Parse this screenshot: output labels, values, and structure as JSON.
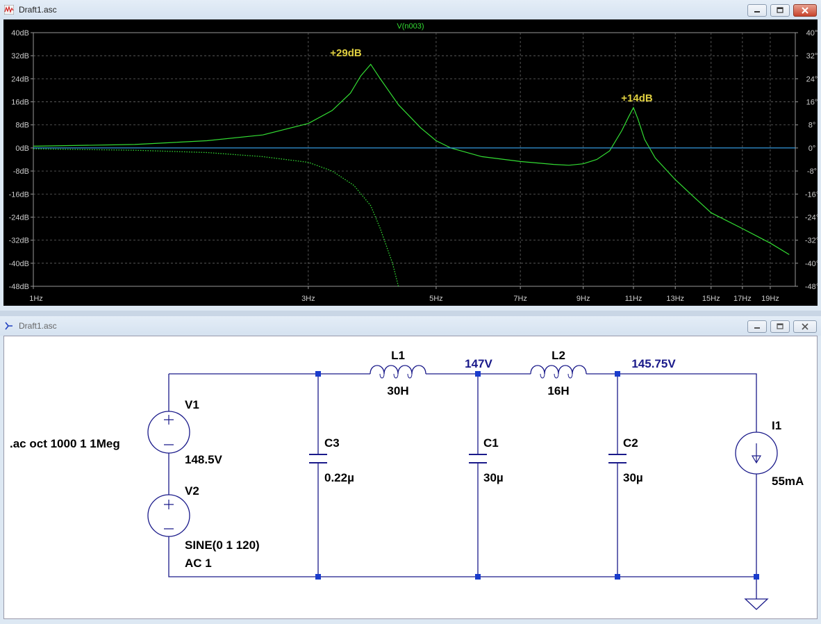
{
  "waveform_window": {
    "title": "Draft1.asc",
    "trace_label": "V(n003)",
    "annotations": [
      "+29dB",
      "+14dB"
    ],
    "colors": {
      "background": "#000000",
      "trace": "#33dd33",
      "phase": "#3399dd",
      "grid": "#666666",
      "annotation": "#e0d040",
      "axis_text": "#cccccc"
    }
  },
  "chart_data": {
    "type": "line",
    "title": "V(n003)",
    "xlabel": "",
    "ylabel": "",
    "x_scale": "log",
    "xlim": [
      1,
      21
    ],
    "ylim": [
      -48,
      40
    ],
    "y_ticks": [
      "40dB",
      "32dB",
      "24dB",
      "16dB",
      "8dB",
      "0dB",
      "-8dB",
      "-16dB",
      "-24dB",
      "-32dB",
      "-40dB",
      "-48dB"
    ],
    "y2_ticks": [
      "40°",
      "32°",
      "24°",
      "16°",
      "8°",
      "0°",
      "-8°",
      "-16°",
      "-24°",
      "-32°",
      "-40°",
      "-48°"
    ],
    "x_ticks": [
      {
        "label": "1Hz",
        "value": 1
      },
      {
        "label": "3Hz",
        "value": 3
      },
      {
        "label": "5Hz",
        "value": 5
      },
      {
        "label": "7Hz",
        "value": 7
      },
      {
        "label": "9Hz",
        "value": 9
      },
      {
        "label": "11Hz",
        "value": 11
      },
      {
        "label": "13Hz",
        "value": 13
      },
      {
        "label": "15Hz",
        "value": 15
      },
      {
        "label": "17Hz",
        "value": 17
      },
      {
        "label": "19Hz",
        "value": 19
      }
    ],
    "grid": true,
    "series": [
      {
        "name": "V(n003)",
        "style": "solid",
        "x": [
          1,
          1.5,
          2,
          2.5,
          3,
          3.3,
          3.55,
          3.7,
          3.85,
          4,
          4.3,
          4.7,
          5,
          5.3,
          6,
          7,
          8,
          8.5,
          9,
          9.5,
          10,
          10.5,
          10.8,
          11,
          11.2,
          11.5,
          12,
          13,
          14,
          15,
          17,
          19,
          20.5
        ],
        "y": [
          0.6,
          1.2,
          2.5,
          4.5,
          8.5,
          13,
          19,
          25,
          29,
          24,
          15,
          7,
          2.5,
          0,
          -3,
          -4.7,
          -5.7,
          -6,
          -5.5,
          -4,
          -1,
          6,
          11,
          14,
          10,
          3,
          -3.5,
          -11,
          -17,
          -22.5,
          -28,
          -33,
          -37
        ]
      },
      {
        "name": "phase",
        "style": "dotted",
        "x": [
          1,
          1.5,
          2,
          2.5,
          3,
          3.3,
          3.6,
          3.85,
          4,
          4.2,
          4.3
        ],
        "y": [
          -0.3,
          -0.8,
          -1.6,
          -3,
          -5,
          -8,
          -13,
          -20,
          -28,
          -40,
          -48
        ]
      },
      {
        "name": "phase-2",
        "style": "solid",
        "x": [
          1,
          4.3,
          10,
          11,
          21
        ],
        "y": [
          0,
          0,
          0,
          0,
          0
        ]
      }
    ]
  },
  "schematic_window": {
    "title": "Draft1.asc",
    "directive": ".ac oct 1000 1 1Meg",
    "components": {
      "V1": {
        "name": "V1",
        "value": "148.5V"
      },
      "V2": {
        "name": "V2",
        "value": "SINE(0 1 120)",
        "value2": "AC 1"
      },
      "C3": {
        "name": "C3",
        "value": "0.22µ"
      },
      "L1": {
        "name": "L1",
        "value": "30H"
      },
      "C1": {
        "name": "C1",
        "value": "30µ"
      },
      "L2": {
        "name": "L2",
        "value": "16H"
      },
      "C2": {
        "name": "C2",
        "value": "30µ"
      },
      "I1": {
        "name": "I1",
        "value": "55mA"
      }
    },
    "node_voltages": {
      "n1": "147V",
      "n2": "145.75V"
    },
    "colors": {
      "wire": "#1a1a8a",
      "label": "#000000",
      "node_voltage": "#1a1a8a",
      "junction": "#1a3ccc"
    }
  }
}
